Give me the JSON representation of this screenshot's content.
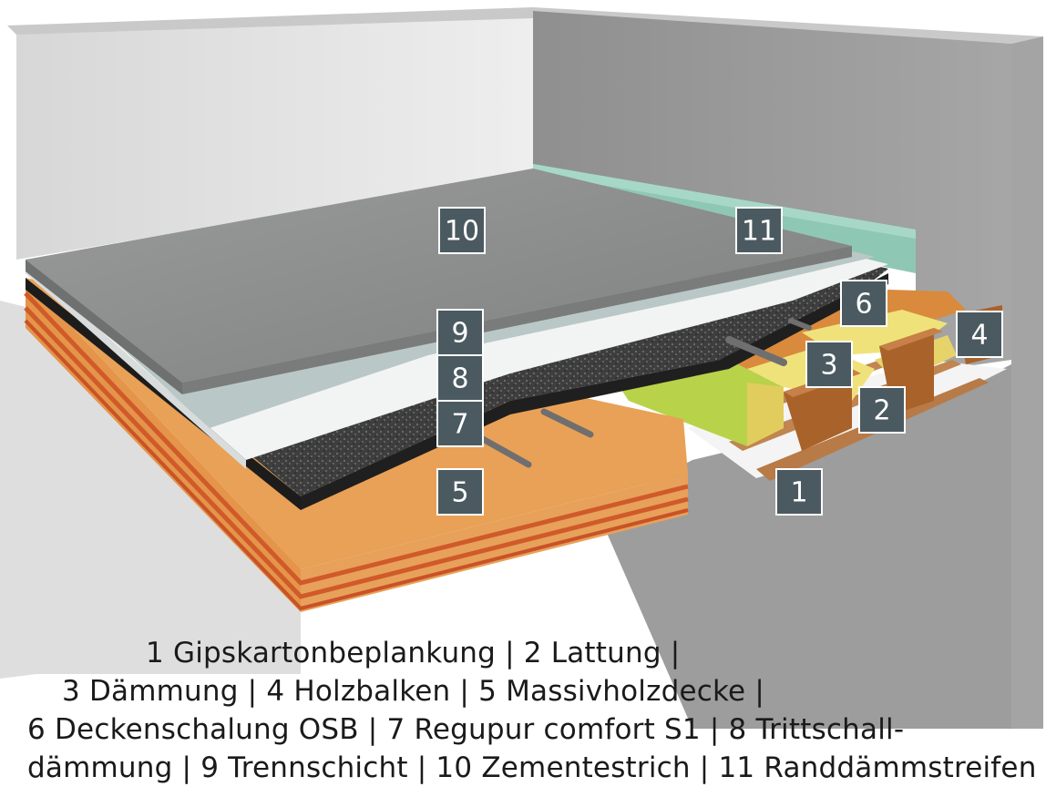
{
  "badges": [
    {
      "id": "1",
      "label": "1"
    },
    {
      "id": "2",
      "label": "2"
    },
    {
      "id": "3",
      "label": "3"
    },
    {
      "id": "4",
      "label": "4"
    },
    {
      "id": "5",
      "label": "5"
    },
    {
      "id": "6",
      "label": "6"
    },
    {
      "id": "7",
      "label": "7"
    },
    {
      "id": "8",
      "label": "8"
    },
    {
      "id": "9",
      "label": "9"
    },
    {
      "id": "10",
      "label": "10"
    },
    {
      "id": "11",
      "label": "11"
    }
  ],
  "caption": {
    "line1": "1 Gipskartonbeplankung | 2 Lattung |",
    "line2": "3 Dämmung | 4 Holzbalken | 5 Massivholzdecke |",
    "line3": "6 Deckenschalung OSB | 7 Regupur comfort S1 | 8 Trittschall-",
    "line4": "dämmung | 9 Trennschicht | 10 Zementestrich | 11 Randdämmstreifen"
  },
  "colors": {
    "wall_light": "#e9e9e9",
    "wall_right": "#9a9a9a",
    "screed": "#8c8d8d",
    "separation": "#b9c8c6",
    "impact_insulation": "#f2f4f4",
    "regupur": "#3c3c3c",
    "osb": "#d98a3d",
    "solid_wood": "#e9a157",
    "wood_red": "#d05a2a",
    "insulation": "#f0e27a",
    "insulation_green": "#b8d24a",
    "beam": "#a8622a",
    "edge_strip": "#8fc7b5",
    "badge": "#4a5a60"
  }
}
